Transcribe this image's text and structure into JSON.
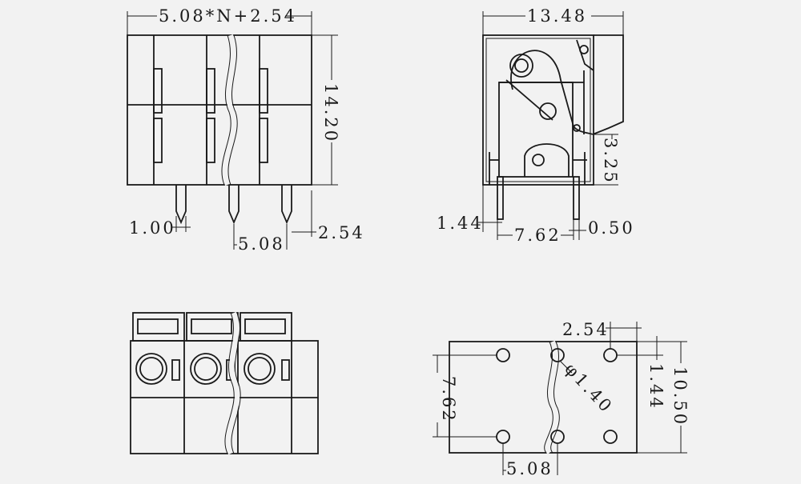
{
  "front_view": {
    "width_formula": "5.08*N+2.54",
    "height": "14.20",
    "pin_width": "1.00",
    "pitch": "5.08",
    "edge_offset": "2.54"
  },
  "side_view": {
    "depth": "13.48",
    "pin_standoff": "3.25",
    "pin_width": "1.44",
    "pin_spacing": "7.62",
    "pin_thickness": "0.50"
  },
  "footprint_view": {
    "edge_offset": "2.54",
    "hole_diameter": "φ1.40",
    "row_spacing": "7.62",
    "top_offset": "1.44",
    "overall_depth": "10.50",
    "pitch": "5.08"
  }
}
